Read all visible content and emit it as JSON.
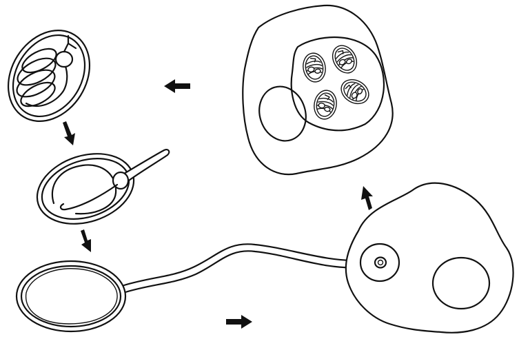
{
  "diagram": {
    "stages": [
      {
        "id": "spore"
      },
      {
        "id": "germinating-spore"
      },
      {
        "id": "empty-spore-with-polar-tube"
      },
      {
        "id": "infected-host-cell"
      },
      {
        "id": "host-cell-with-meronts"
      }
    ],
    "arrows": [
      {
        "from": "spore",
        "to": "germinating-spore",
        "direction": "down"
      },
      {
        "from": "germinating-spore",
        "to": "empty-spore-with-polar-tube",
        "direction": "down"
      },
      {
        "from": "empty-spore-with-polar-tube",
        "to": "infected-host-cell",
        "direction": "right"
      },
      {
        "from": "infected-host-cell",
        "to": "host-cell-with-meronts",
        "direction": "up"
      },
      {
        "from": "host-cell-with-meronts",
        "to": "spore",
        "direction": "left"
      }
    ],
    "colors": {
      "ink": "#111111",
      "background": "#ffffff"
    }
  }
}
